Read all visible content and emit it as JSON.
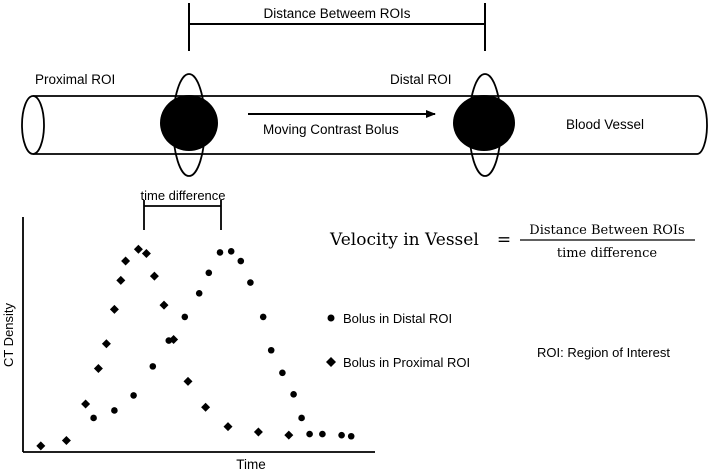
{
  "diagram": {
    "distance_label": "Distance Betweem ROIs",
    "proximal_label": "Proximal ROI",
    "distal_label": "Distal ROI",
    "bolus_label": "Moving Contrast Bolus",
    "vessel_label": "Blood Vessel",
    "time_difference_label": "time difference"
  },
  "formula": {
    "lhs": "Velocity in Vessel",
    "equals": "=",
    "numerator": "Distance Between ROIs",
    "denominator": "time difference"
  },
  "legend": {
    "distal": "Bolus in Distal ROI",
    "proximal": "Bolus in Proximal ROI"
  },
  "note": "ROI: Region of Interest",
  "chart_data": {
    "type": "scatter",
    "xlabel": "Time",
    "ylabel": "CT Density",
    "xlim": [
      0,
      100
    ],
    "ylim": [
      0,
      100
    ],
    "grid": false,
    "series": [
      {
        "name": "Bolus in Proximal ROI",
        "marker": "diamond",
        "points": [
          [
            1.5,
            0.5
          ],
          [
            9.5,
            3
          ],
          [
            15.5,
            20
          ],
          [
            19.5,
            36.5
          ],
          [
            22,
            48
          ],
          [
            24.5,
            64
          ],
          [
            26.5,
            77.5
          ],
          [
            28,
            86.5
          ],
          [
            32,
            92
          ],
          [
            34.5,
            90
          ],
          [
            37,
            79.5
          ],
          [
            40,
            66
          ],
          [
            43,
            50
          ],
          [
            47.5,
            30.5
          ],
          [
            53,
            18.5
          ],
          [
            60,
            9.5
          ],
          [
            69.5,
            7
          ],
          [
            79,
            5.5
          ]
        ]
      },
      {
        "name": "Bolus in Distal ROI",
        "marker": "circle",
        "points": [
          [
            18,
            13.5
          ],
          [
            24.5,
            17
          ],
          [
            30.5,
            24
          ],
          [
            36.5,
            37.5
          ],
          [
            41.5,
            49.5
          ],
          [
            46.5,
            60.5
          ],
          [
            51,
            71.5
          ],
          [
            54,
            81
          ],
          [
            57.5,
            90.5
          ],
          [
            61,
            91
          ],
          [
            64,
            86.5
          ],
          [
            67,
            76.5
          ],
          [
            71,
            60.5
          ],
          [
            73.5,
            45
          ],
          [
            77,
            34.5
          ],
          [
            80.5,
            24.5
          ],
          [
            83,
            13.5
          ],
          [
            85.5,
            6
          ],
          [
            89.5,
            6
          ],
          [
            95.5,
            5.5
          ],
          [
            98.5,
            5
          ]
        ]
      }
    ]
  }
}
